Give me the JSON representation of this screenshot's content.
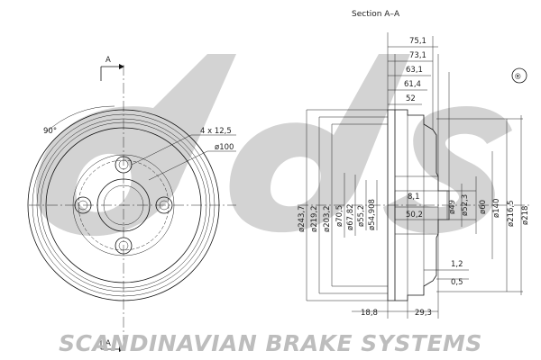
{
  "section_title": "Section  A–A",
  "view_marker_top": "A",
  "view_marker_bottom": "A",
  "registered_mark": "®",
  "brand_text": "SCANDINAVIAN BRAKE SYSTEMS",
  "watermark_logo_text": "sbs",
  "front_view": {
    "angle_label": "90°",
    "bolt_label": "4 x 12,5",
    "pcd_label": "ø100"
  },
  "top_dims": [
    "75,1",
    "73,1",
    "63,1",
    "61,4",
    "52"
  ],
  "left_diameters": [
    "ø243,7",
    "ø219,2",
    "ø203,2",
    "ø70,5",
    "ø67,82",
    "ø55,2",
    "ø54,908"
  ],
  "right_diameters": [
    "ø49",
    "ø52,3",
    "ø60",
    "ø140",
    "ø216,5",
    "ø218"
  ],
  "inner_dims": [
    "8,1",
    "50,2"
  ],
  "right_small_dims": [
    "1,2",
    "0,5"
  ],
  "bottom_dims": [
    "18,8",
    "29,3"
  ]
}
